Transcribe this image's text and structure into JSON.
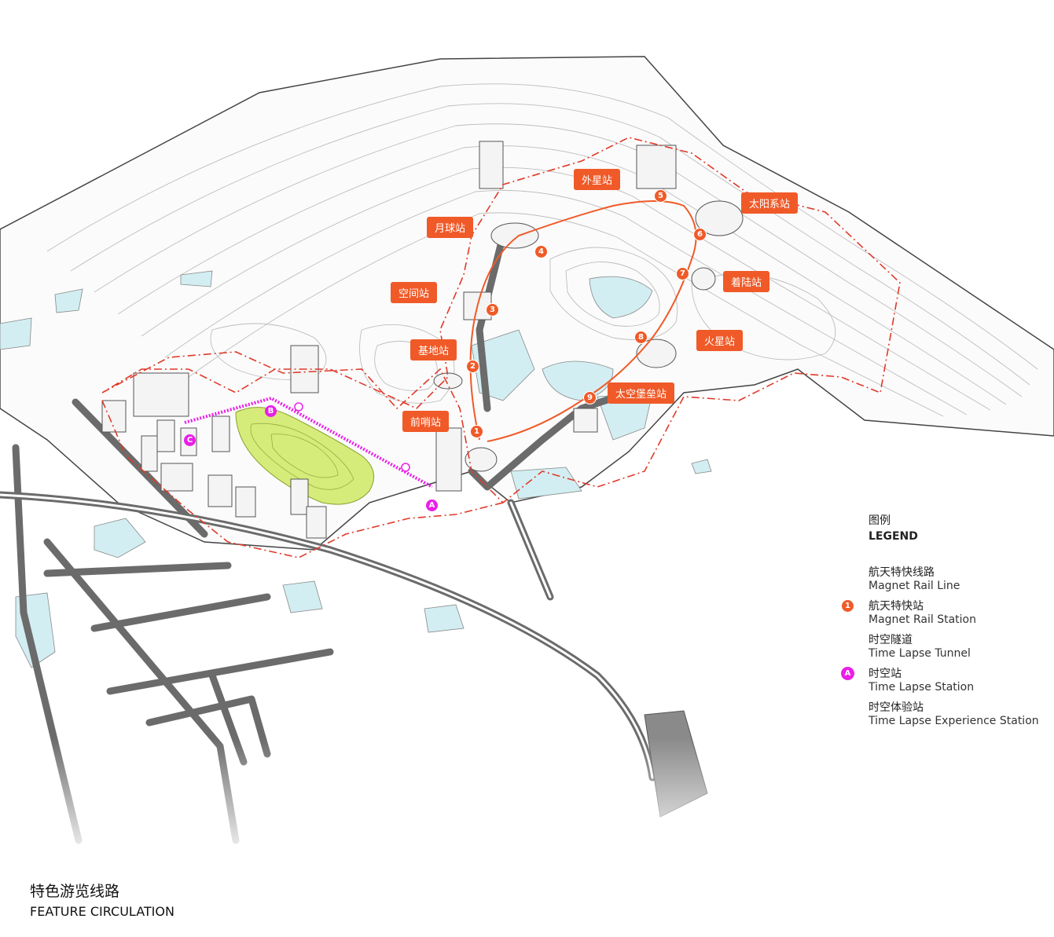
{
  "stations": [
    {
      "id": "qianshao",
      "label": "前哨站",
      "number": "1"
    },
    {
      "id": "jidi",
      "label": "基地站",
      "number": "2"
    },
    {
      "id": "kongjian",
      "label": "空间站",
      "number": "3"
    },
    {
      "id": "yueqiu",
      "label": "月球站",
      "number": "4"
    },
    {
      "id": "waixing",
      "label": "外星站",
      "number": "5"
    },
    {
      "id": "taiyangxi",
      "label": "太阳系站",
      "number": "6"
    },
    {
      "id": "zhuolu",
      "label": "着陆站",
      "number": "7"
    },
    {
      "id": "huoxing",
      "label": "火星站",
      "number": "8"
    },
    {
      "id": "taikong",
      "label": "太空堡垒站",
      "number": "9"
    }
  ],
  "time_lapse_stations": [
    "A",
    "B",
    "C"
  ],
  "legend": {
    "title_cn": "图例",
    "title_en": "LEGEND",
    "items": [
      {
        "id": "rail_line",
        "cn": "航天特快线路",
        "en": "Magnet Rail Line",
        "symbol": "line"
      },
      {
        "id": "rail_station",
        "cn": "航天特快站",
        "en": "Magnet Rail Station",
        "symbol": "station",
        "glyph": "1"
      },
      {
        "id": "tunnel",
        "cn": "时空隧道",
        "en": "Time Lapse Tunnel",
        "symbol": "dashed"
      },
      {
        "id": "tl_station",
        "cn": "时空站",
        "en": "Time Lapse Station",
        "symbol": "tl",
        "glyph": "A"
      },
      {
        "id": "tl_exp",
        "cn": "时空体验站",
        "en": "Time Lapse Experience Station",
        "symbol": "ring"
      }
    ]
  },
  "title": {
    "cn": "特色游览线路",
    "en": "FEATURE CIRCULATION"
  },
  "colors": {
    "rail": "#f05a28",
    "tunnel": "#ea1ee8",
    "water": "#d3eef2",
    "road": "#6b6b6b",
    "contour": "#b5b5b5",
    "green": "#d6ec7a"
  }
}
